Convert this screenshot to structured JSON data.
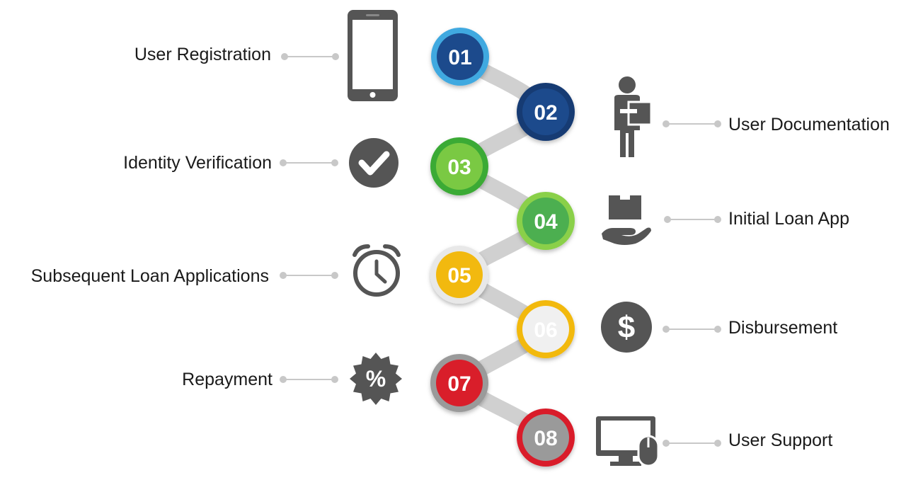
{
  "steps": [
    {
      "number": "01",
      "label": "User Registration",
      "icon": "smartphone-icon",
      "color": "#1c4a8c",
      "ring": "#3fa9e0"
    },
    {
      "number": "02",
      "label": "User Documentation",
      "icon": "person-with-document-icon",
      "color": "#1c4a8c",
      "ring": "#173a73"
    },
    {
      "number": "03",
      "label": "Identity Verification",
      "icon": "checkmark-circle-icon",
      "color": "#7ac943",
      "ring": "#3aaa35"
    },
    {
      "number": "04",
      "label": "Initial Loan App",
      "icon": "hand-holding-box-icon",
      "color": "#4caf50",
      "ring": "#8ad04a"
    },
    {
      "number": "05",
      "label": "Subsequent Loan Applications",
      "icon": "alarm-clock-icon",
      "color": "#f2b90f",
      "ring": "#e8e8e8"
    },
    {
      "number": "06",
      "label": "Disbursement",
      "icon": "dollar-coin-icon",
      "color": "#f0f0f0",
      "ring": "#f2b90f"
    },
    {
      "number": "07",
      "label": "Repayment",
      "icon": "percent-badge-icon",
      "color": "#d91e2a",
      "ring": "#9a9a9a"
    },
    {
      "number": "08",
      "label": "User Support",
      "icon": "computer-mouse-icon",
      "color": "#9a9a9a",
      "ring": "#d91e2a"
    }
  ]
}
